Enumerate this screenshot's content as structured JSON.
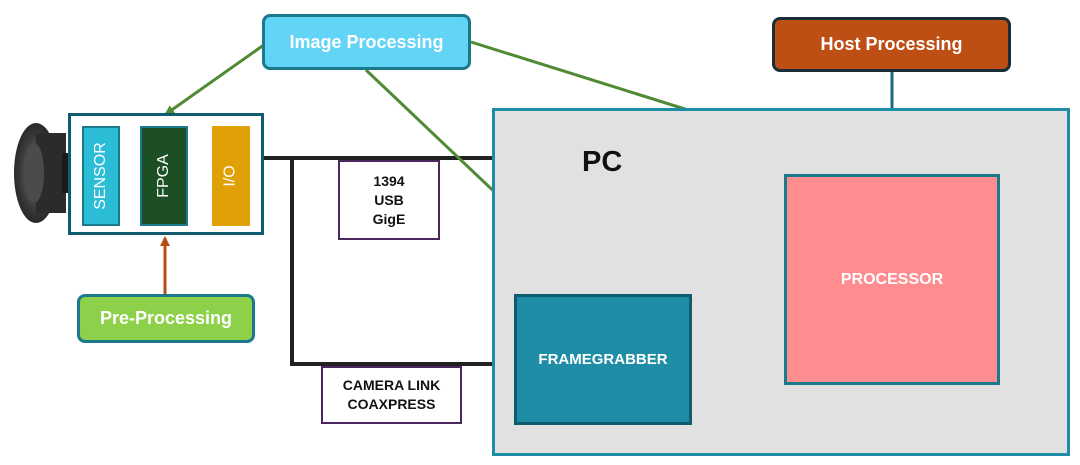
{
  "image_processing": "Image Processing",
  "host_processing": "Host Processing",
  "pre_processing": "Pre-Processing",
  "camera": {
    "sensor": "SENSOR",
    "fpga": "FPGA",
    "io": "I/O"
  },
  "pc_label": "PC",
  "processor": "PROCESSOR",
  "framegrabber": "FRAMEGRABBER",
  "bus_interfaces": [
    "1394",
    "USB",
    "GigE"
  ],
  "cable_interfaces": [
    "CAMERA LINK",
    "COAXPRESS"
  ],
  "colors": {
    "image_processing_fill": "#62d4f5",
    "host_processing_fill": "#bd4e14",
    "pre_processing_fill": "#8dd14a",
    "sensor_fill": "#2bbdd6",
    "fpga_fill": "#1d4f24",
    "io_fill": "#e0a106",
    "pc_fill": "#e1e1e1",
    "processor_fill": "#ff8c8f",
    "framegrabber_fill": "#1f8da6",
    "outline": "#1a7a8c",
    "green_arrow": "#4f8a34",
    "orange_arrow": "#b34e13",
    "teal_arrow": "#1a6b80"
  }
}
